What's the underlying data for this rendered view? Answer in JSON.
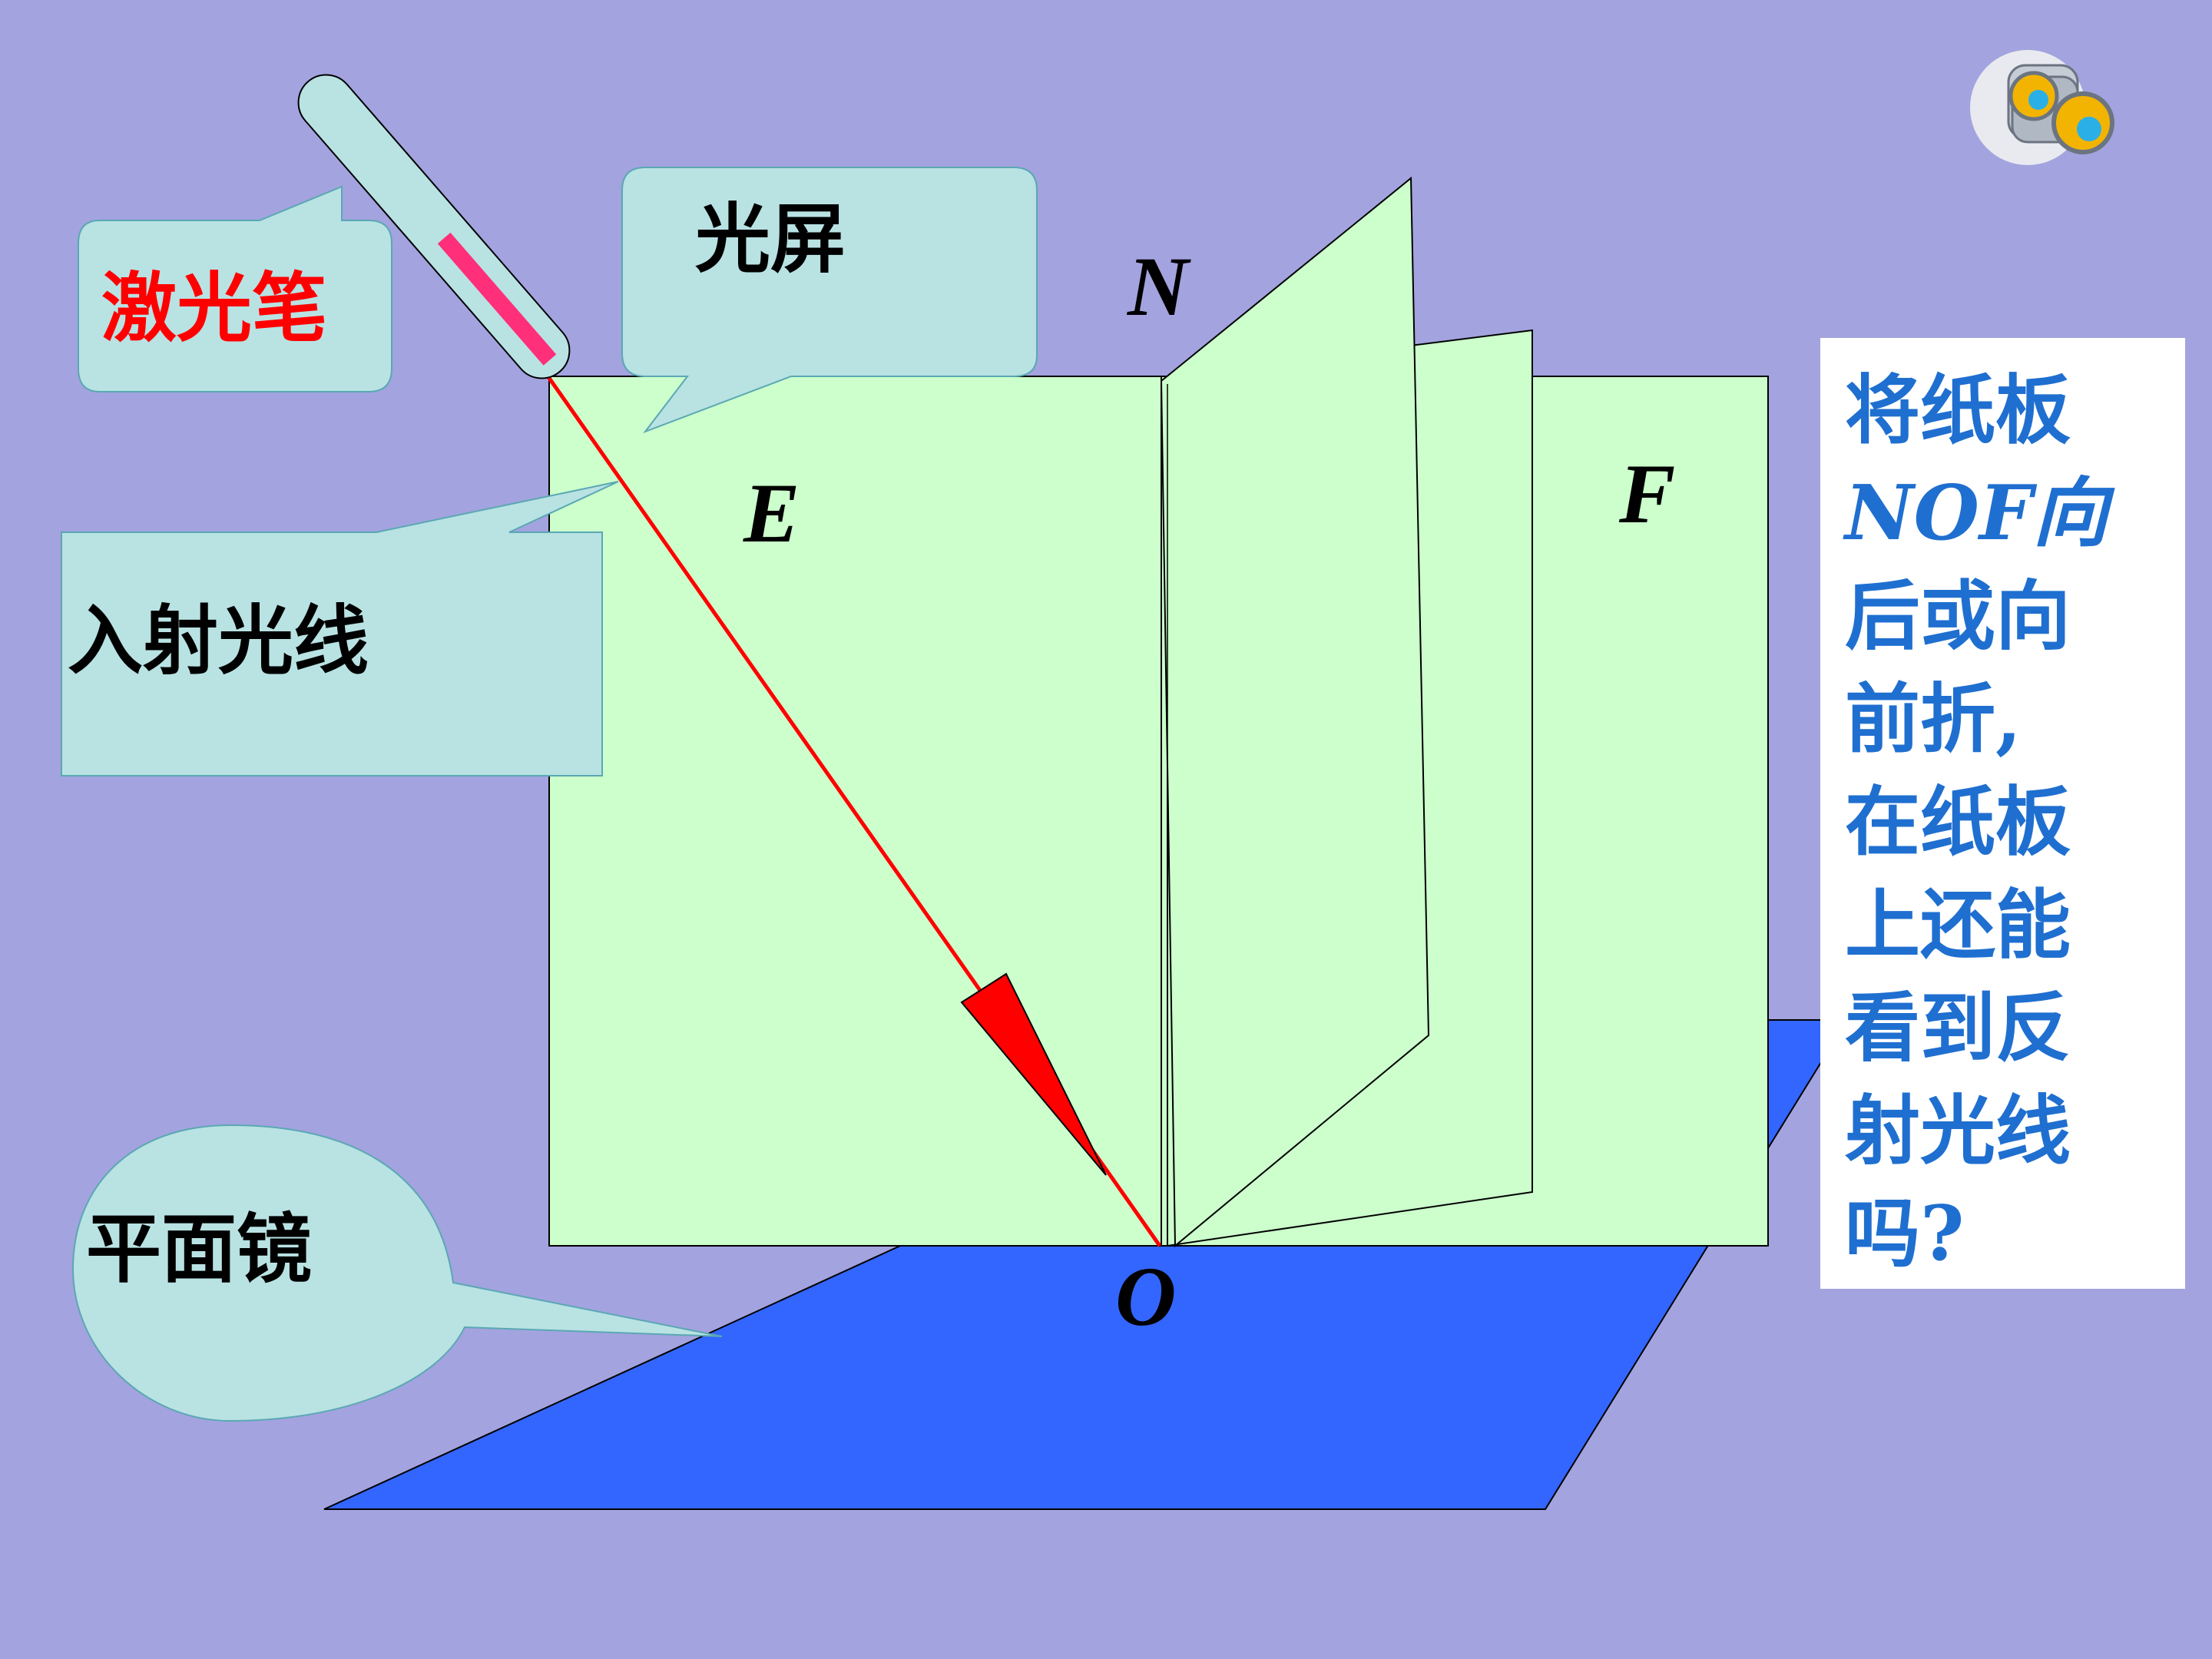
{
  "colors": {
    "background": "#a3a3df",
    "screen_green": "#ccffcc",
    "mirror_blue": "#3366ff",
    "callout_fill": "#b9e2e3",
    "laser_red": "#ff0000",
    "laser_label_red": "#ff0000",
    "question_blue": "#1f6fd0"
  },
  "labels": {
    "laser_pen": "激光笔",
    "light_screen": "光屏",
    "incident_ray": "入射光线",
    "plane_mirror": "平面镜",
    "point_N": "N",
    "point_E": "E",
    "point_F": "F",
    "point_O": "O"
  },
  "question": {
    "lines": [
      "将纸板",
      "NOF向",
      "后或向",
      "前折,",
      "在纸板",
      "上还能",
      "看到反",
      "射光线",
      "吗?"
    ]
  },
  "icons": {
    "corner": "binoculars-icon"
  }
}
